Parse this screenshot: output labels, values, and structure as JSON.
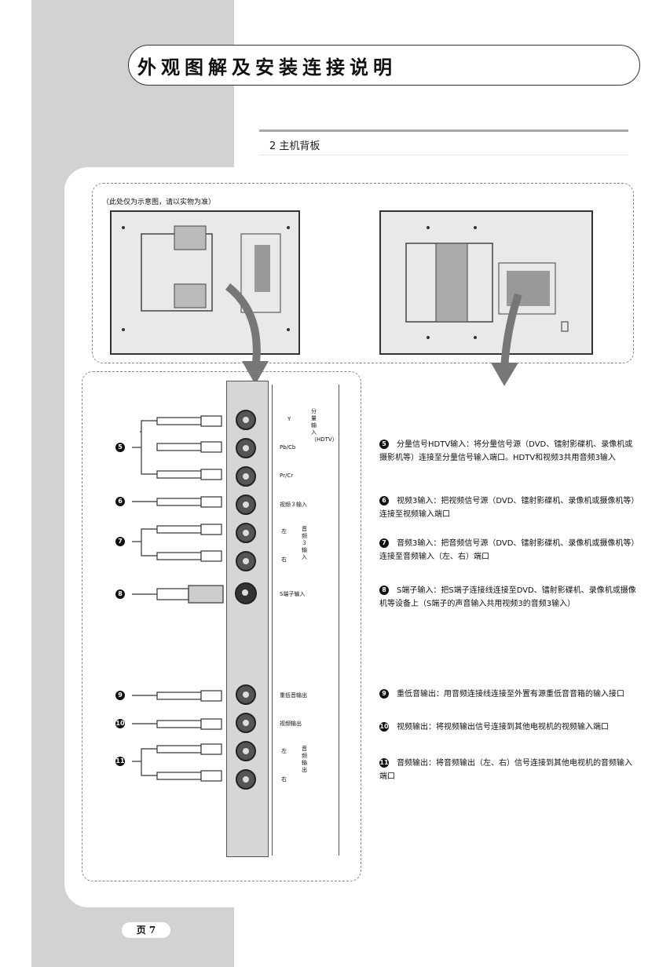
{
  "header": {
    "title": "外观图解及安装连接说明"
  },
  "section": {
    "title": "2 主机背板"
  },
  "note": "（此处仅为示意图，请以实物为准）",
  "panel_labels": {
    "y": "Y",
    "pb": "Pb/Cb",
    "pr": "Pr/Cr",
    "component_group": "分量输入（HDTV）",
    "video3": "视频３输入",
    "left": "左",
    "right": "右",
    "audio_group": "音频３输入",
    "svideo": "S端子输入",
    "subwoofer": "重低音输出",
    "video_out": "视频输出",
    "audio_out_group": "音频输出"
  },
  "callout_numbers": [
    "5",
    "6",
    "7",
    "8",
    "9",
    "10",
    "11"
  ],
  "descriptions": [
    {
      "num": "5",
      "text": "分量信号HDTV输入：将分量信号源（DVD、镭射影碟机、录像机或摄影机等）连接至分量信号输入端口。HDTV和视频3共用音频3输入"
    },
    {
      "num": "6",
      "text": "视频3输入：把视频信号源（DVD、镭射影碟机、录像机或摄像机等）连接至视频输入端口"
    },
    {
      "num": "7",
      "text": "音频3输入：把音频信号源（DVD、镭射影碟机、录像机或摄像机等）连接至音频输入（左、右）端口"
    },
    {
      "num": "8",
      "text": "S端子输入：把S端子连接线连接至DVD、镭射影碟机、录像机或摄像机等设备上（S端子的声音输入共用视频3的音频3输入）"
    },
    {
      "num": "9",
      "text": "重低音输出：用音频连接线连接至外置有源重低音音箱的输入接口"
    },
    {
      "num": "10",
      "text": "视频输出：将视频输出信号连接到其他电视机的视频输入端口"
    },
    {
      "num": "11",
      "text": "音频输出：将音频输出（左、右）信号连接到其他电视机的音频输入端口"
    }
  ],
  "footer": {
    "page": "页 7"
  }
}
